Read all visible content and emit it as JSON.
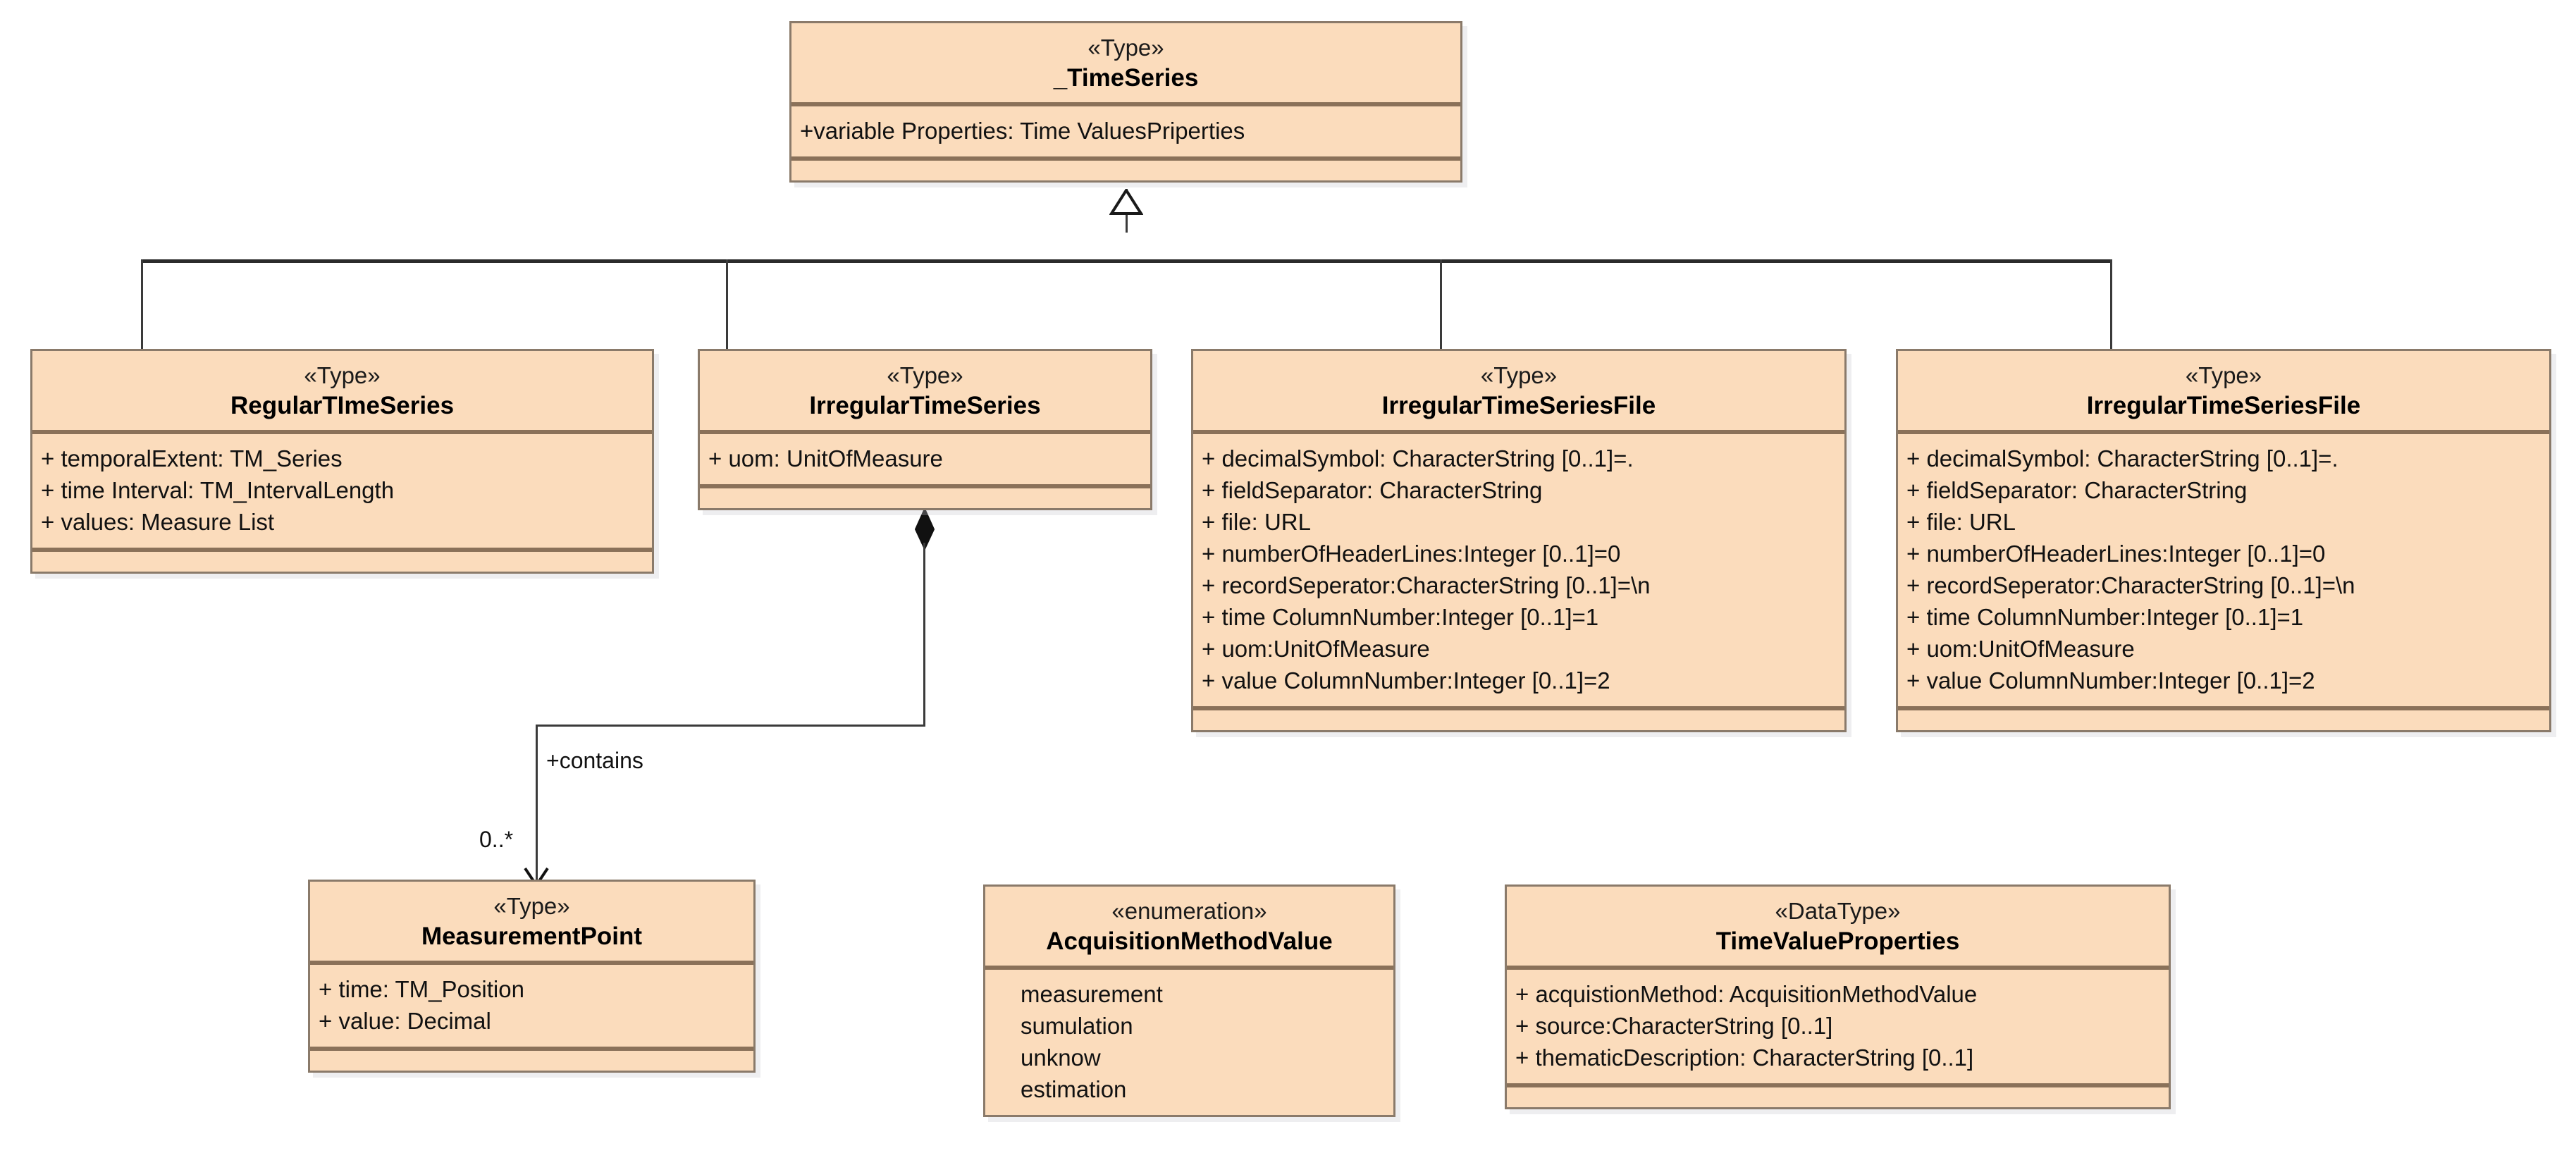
{
  "diagram": {
    "type": "uml-class-diagram",
    "palette": {
      "class_fill": "#fbdcbc",
      "class_border": "#8a7a6a",
      "compartment_divider": "#8a7159",
      "connector": "#3a3a3a",
      "background": "#ffffff",
      "text": "#111111"
    }
  },
  "classes": {
    "time_series": {
      "stereotype": "«Type»",
      "name": "_TimeSeries",
      "attributes": [
        "+variable Properties: Time ValuesPriperties"
      ]
    },
    "regular_time_series": {
      "stereotype": "«Type»",
      "name": "RegularTImeSeries",
      "attributes": [
        "+ temporalExtent: TM_Series",
        "+ time Interval: TM_IntervalLength",
        "+ values: Measure List"
      ]
    },
    "irregular_time_series": {
      "stereotype": "«Type»",
      "name": "IrregularTimeSeries",
      "attributes": [
        "+ uom: UnitOfMeasure"
      ]
    },
    "irregular_time_series_file_1": {
      "stereotype": "«Type»",
      "name": "IrregularTimeSeriesFile",
      "attributes": [
        "+ decimalSymbol: CharacterString [0..1]=.",
        "+ fieldSeparator: CharacterString",
        "+ file: URL",
        "+ numberOfHeaderLines:Integer [0..1]=0",
        "+ recordSeperator:CharacterString [0..1]=\\n",
        "+ time ColumnNumber:Integer [0..1]=1",
        "+ uom:UnitOfMeasure",
        "+ value ColumnNumber:Integer [0..1]=2"
      ]
    },
    "irregular_time_series_file_2": {
      "stereotype": "«Type»",
      "name": "IrregularTimeSeriesFile",
      "attributes": [
        "+ decimalSymbol: CharacterString [0..1]=.",
        "+ fieldSeparator: CharacterString",
        "+ file: URL",
        "+ numberOfHeaderLines:Integer [0..1]=0",
        "+ recordSeperator:CharacterString [0..1]=\\n",
        "+ time ColumnNumber:Integer [0..1]=1",
        "+ uom:UnitOfMeasure",
        "+ value ColumnNumber:Integer [0..1]=2"
      ]
    },
    "measurement_point": {
      "stereotype": "«Type»",
      "name": "MeasurementPoint",
      "attributes": [
        "+ time: TM_Position",
        "+ value: Decimal"
      ]
    },
    "acquisition_method_value": {
      "stereotype": "«enumeration»",
      "name": "AcquisitionMethodValue",
      "attributes": [
        "measurement",
        "sumulation",
        "unknow",
        "estimation"
      ]
    },
    "time_value_properties": {
      "stereotype": "«DataType»",
      "name": "TimeValueProperties",
      "attributes": [
        "+ acquistionMethod: AcquisitionMethodValue",
        "+ source:CharacterString [0..1]",
        "+ thematicDescription: CharacterString [0..1]"
      ]
    }
  },
  "relationships": {
    "composition_contains": {
      "role_label": "+contains",
      "multiplicity": "0..*"
    }
  }
}
